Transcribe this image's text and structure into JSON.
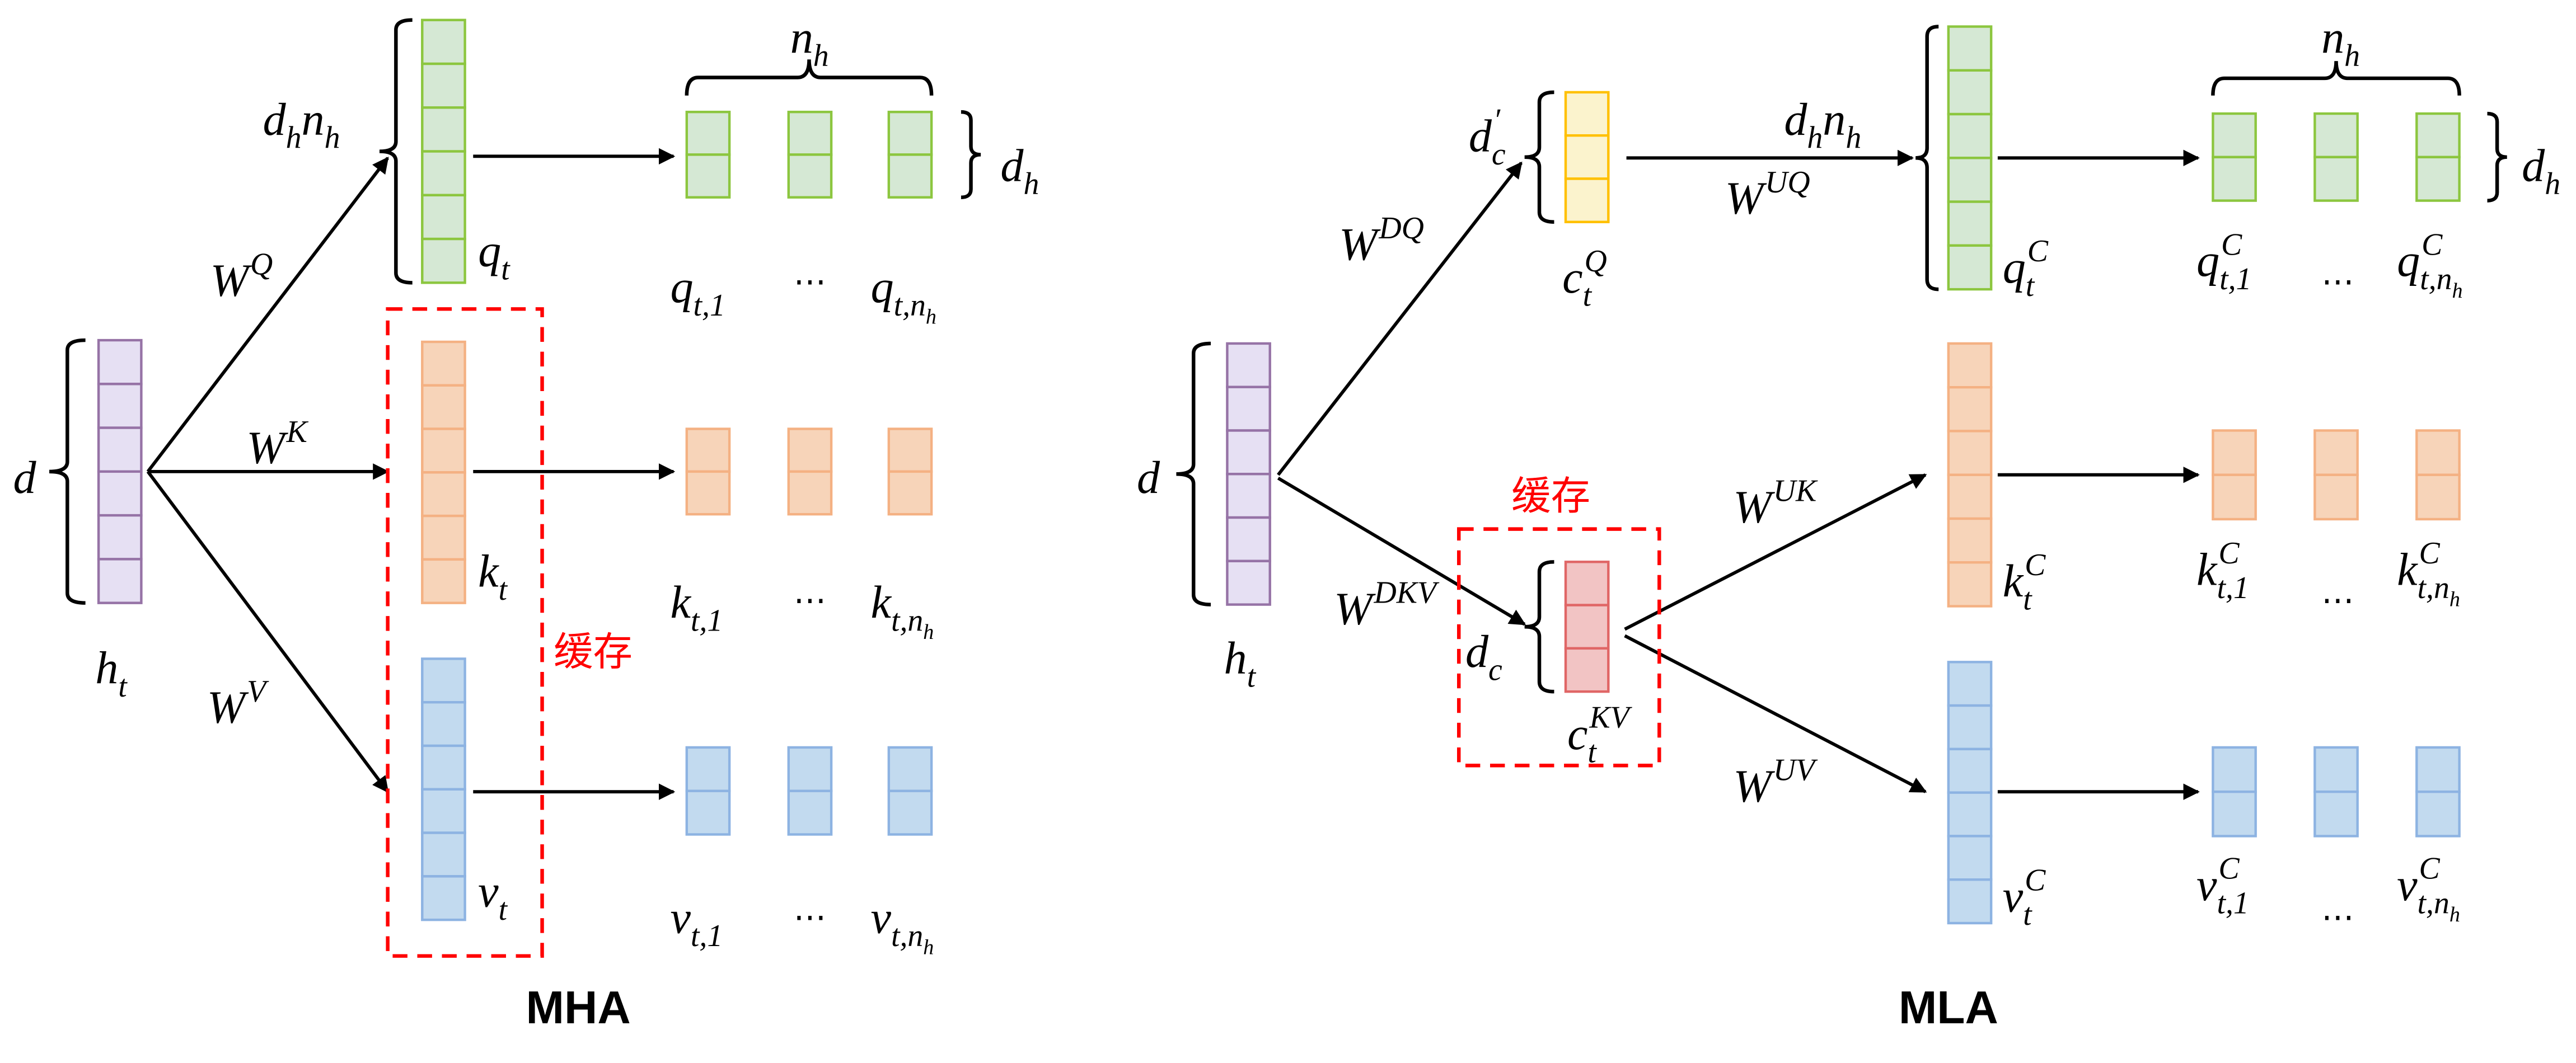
{
  "colors": {
    "green": {
      "fill": "#d5e8d4",
      "stroke": "#8cc63f"
    },
    "purple": {
      "fill": "#e6e0f3",
      "stroke": "#9673a6"
    },
    "orange": {
      "fill": "#f7d4b9",
      "stroke": "#f4b183"
    },
    "blue": {
      "fill": "#c2daef",
      "stroke": "#8db3e2"
    },
    "yellow": {
      "fill": "#fbf3cd",
      "stroke": "#ffc000"
    },
    "red": {
      "fill": "#f2c4c4",
      "stroke": "#e06666"
    },
    "cache": "#ff0000",
    "line": "#000000"
  },
  "titles": {
    "mha": "MHA",
    "mla": "MLA"
  },
  "cache_label": {
    "left": "缓存",
    "right": "缓存"
  },
  "ellipsis": "⋯",
  "labels": {
    "d_l": [
      {
        "t": "d",
        "r": "b"
      }
    ],
    "ht_l": [
      {
        "t": "h",
        "r": "b"
      },
      {
        "t": "t",
        "r": "sub"
      }
    ],
    "WQ": [
      {
        "t": "W",
        "r": "b"
      },
      {
        "t": "Q",
        "r": "sup"
      }
    ],
    "WK": [
      {
        "t": "W",
        "r": "b"
      },
      {
        "t": "K",
        "r": "sup"
      }
    ],
    "WV": [
      {
        "t": "W",
        "r": "b"
      },
      {
        "t": "V",
        "r": "sup"
      }
    ],
    "dhnh_l": [
      {
        "t": "d",
        "r": "b"
      },
      {
        "t": "h",
        "r": "sub"
      },
      {
        "t": "n",
        "r": "b"
      },
      {
        "t": "h",
        "r": "sub"
      }
    ],
    "qt": [
      {
        "t": "q",
        "r": "b"
      },
      {
        "t": "t",
        "r": "sub"
      }
    ],
    "kt": [
      {
        "t": "k",
        "r": "b"
      },
      {
        "t": "t",
        "r": "sub"
      }
    ],
    "vt": [
      {
        "t": "v",
        "r": "b"
      },
      {
        "t": "t",
        "r": "sub"
      }
    ],
    "nh_l": [
      {
        "t": "n",
        "r": "b"
      },
      {
        "t": "h",
        "r": "sub"
      }
    ],
    "dh_l": [
      {
        "t": "d",
        "r": "b"
      },
      {
        "t": "h",
        "r": "sub"
      }
    ],
    "q1": [
      {
        "t": "q",
        "r": "b"
      },
      {
        "t": "t,1",
        "r": "sub"
      }
    ],
    "qn": [
      {
        "t": "q",
        "r": "b"
      },
      {
        "t": "t,n",
        "r": "sub"
      },
      {
        "t": "h",
        "r": "ss"
      }
    ],
    "k1": [
      {
        "t": "k",
        "r": "b"
      },
      {
        "t": "t,1",
        "r": "sub"
      }
    ],
    "kn": [
      {
        "t": "k",
        "r": "b"
      },
      {
        "t": "t,n",
        "r": "sub"
      },
      {
        "t": "h",
        "r": "ss"
      }
    ],
    "v1": [
      {
        "t": "v",
        "r": "b"
      },
      {
        "t": "t,1",
        "r": "sub"
      }
    ],
    "vn": [
      {
        "t": "v",
        "r": "b"
      },
      {
        "t": "t,n",
        "r": "sub"
      },
      {
        "t": "h",
        "r": "ss"
      }
    ],
    "d_r": [
      {
        "t": "d",
        "r": "b"
      }
    ],
    "ht_r": [
      {
        "t": "h",
        "r": "b"
      },
      {
        "t": "t",
        "r": "sub"
      }
    ],
    "dcp": [
      {
        "t": "d",
        "r": "b"
      },
      {
        "t": "c",
        "r": "sub"
      },
      {
        "t": "′",
        "r": "sup"
      }
    ],
    "WDQ": [
      {
        "t": "W",
        "r": "b"
      },
      {
        "t": "DQ",
        "r": "sup"
      }
    ],
    "cQ": [
      {
        "t": "c",
        "r": "b"
      },
      {
        "t": "t",
        "r": "sub"
      },
      {
        "t": "Q",
        "r": "sup"
      }
    ],
    "WUQ": [
      {
        "t": "W",
        "r": "b"
      },
      {
        "t": "UQ",
        "r": "sup"
      }
    ],
    "dhnh_r": [
      {
        "t": "d",
        "r": "b"
      },
      {
        "t": "h",
        "r": "sub"
      },
      {
        "t": "n",
        "r": "b"
      },
      {
        "t": "h",
        "r": "sub"
      }
    ],
    "qC": [
      {
        "t": "q",
        "r": "b"
      },
      {
        "t": "t",
        "r": "sub"
      },
      {
        "t": "C",
        "r": "sup"
      }
    ],
    "nh_r": [
      {
        "t": "n",
        "r": "b"
      },
      {
        "t": "h",
        "r": "sub"
      }
    ],
    "dh_r": [
      {
        "t": "d",
        "r": "b"
      },
      {
        "t": "h",
        "r": "sub"
      }
    ],
    "qC1": [
      {
        "t": "q",
        "r": "b"
      },
      {
        "t": "t,1",
        "r": "sub"
      },
      {
        "t": "C",
        "r": "sup"
      }
    ],
    "qCn": [
      {
        "t": "q",
        "r": "b"
      },
      {
        "t": "t,n",
        "r": "sub"
      },
      {
        "t": "h",
        "r": "ss"
      },
      {
        "t": "C",
        "r": "sup"
      }
    ],
    "WDKV": [
      {
        "t": "W",
        "r": "b"
      },
      {
        "t": "DKV",
        "r": "sup"
      }
    ],
    "dc": [
      {
        "t": "d",
        "r": "b"
      },
      {
        "t": "c",
        "r": "sub"
      }
    ],
    "cKV": [
      {
        "t": "c",
        "r": "b"
      },
      {
        "t": "t",
        "r": "sub"
      },
      {
        "t": "KV",
        "r": "sup"
      }
    ],
    "WUK": [
      {
        "t": "W",
        "r": "b"
      },
      {
        "t": "UK",
        "r": "sup"
      }
    ],
    "WUV": [
      {
        "t": "W",
        "r": "b"
      },
      {
        "t": "UV",
        "r": "sup"
      }
    ],
    "kC": [
      {
        "t": "k",
        "r": "b"
      },
      {
        "t": "t",
        "r": "sub"
      },
      {
        "t": "C",
        "r": "sup"
      }
    ],
    "vC": [
      {
        "t": "v",
        "r": "b"
      },
      {
        "t": "t",
        "r": "sub"
      },
      {
        "t": "C",
        "r": "sup"
      }
    ],
    "kC1": [
      {
        "t": "k",
        "r": "b"
      },
      {
        "t": "t,1",
        "r": "sub"
      },
      {
        "t": "C",
        "r": "sup"
      }
    ],
    "kCn": [
      {
        "t": "k",
        "r": "b"
      },
      {
        "t": "t,n",
        "r": "sub"
      },
      {
        "t": "h",
        "r": "ss"
      },
      {
        "t": "C",
        "r": "sup"
      }
    ],
    "vC1": [
      {
        "t": "v",
        "r": "b"
      },
      {
        "t": "t,1",
        "r": "sub"
      },
      {
        "t": "C",
        "r": "sup"
      }
    ],
    "vCn": [
      {
        "t": "v",
        "r": "b"
      },
      {
        "t": "t,n",
        "r": "sub"
      },
      {
        "t": "h",
        "r": "ss"
      },
      {
        "t": "C",
        "r": "sup"
      }
    ]
  }
}
